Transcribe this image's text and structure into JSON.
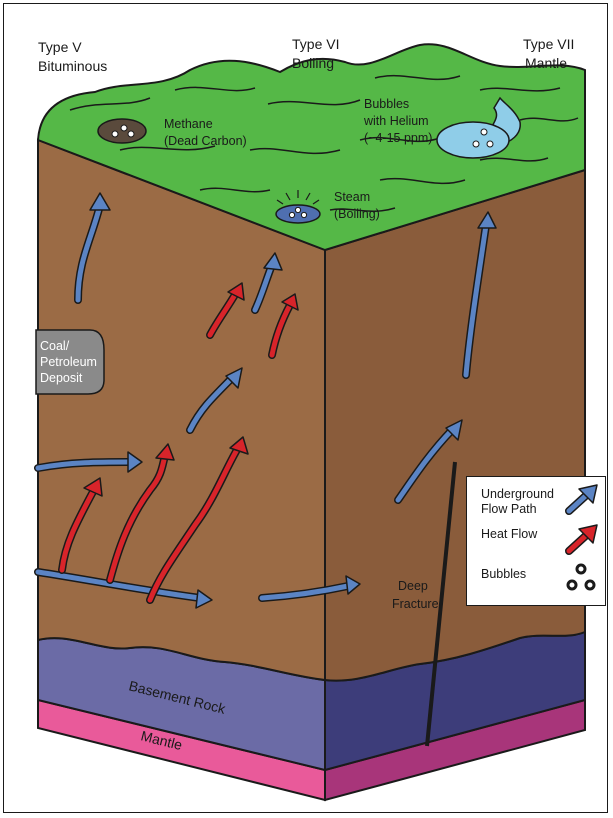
{
  "colors": {
    "green": "#55b847",
    "soil": "#9b6b45",
    "soil_side": "#8a5c3b",
    "basement_front": "#6b6ba6",
    "basement_side": "#3d3d7a",
    "mantle_front": "#e95a9a",
    "mantle_side": "#a8357a",
    "flow_blue": "#5b84c4",
    "heat_red": "#d8242a",
    "water": "#8fcde8"
  },
  "types": {
    "type5": {
      "line1": "Type V",
      "line2": "Bituminous"
    },
    "type6": {
      "line1": "Type VI",
      "line2": "Boiling"
    },
    "type7": {
      "line1": "Type VII",
      "line2": "Mantle"
    }
  },
  "features": {
    "methane": {
      "line1": "Methane",
      "line2": "(Dead Carbon)"
    },
    "bubbles": {
      "line1": "Bubbles",
      "line2": "with Helium",
      "line3": "(~4-15 ppm)"
    },
    "steam": {
      "line1": "Steam",
      "line2": "(Boiling)"
    },
    "coal": {
      "line1": "Coal/",
      "line2": "Petroleum",
      "line3": "Deposit"
    },
    "fracture": {
      "line1": "Deep",
      "line2": "Fracture"
    },
    "basement": "Basement Rock",
    "mantle": "Mantle"
  },
  "legend": {
    "flow": {
      "line1": "Underground",
      "line2": "Flow Path",
      "icon": "blue-arrow-icon"
    },
    "heat": {
      "label": "Heat Flow",
      "icon": "red-arrow-icon"
    },
    "bubbles": {
      "label": "Bubbles",
      "icon": "bubbles-icon"
    }
  }
}
